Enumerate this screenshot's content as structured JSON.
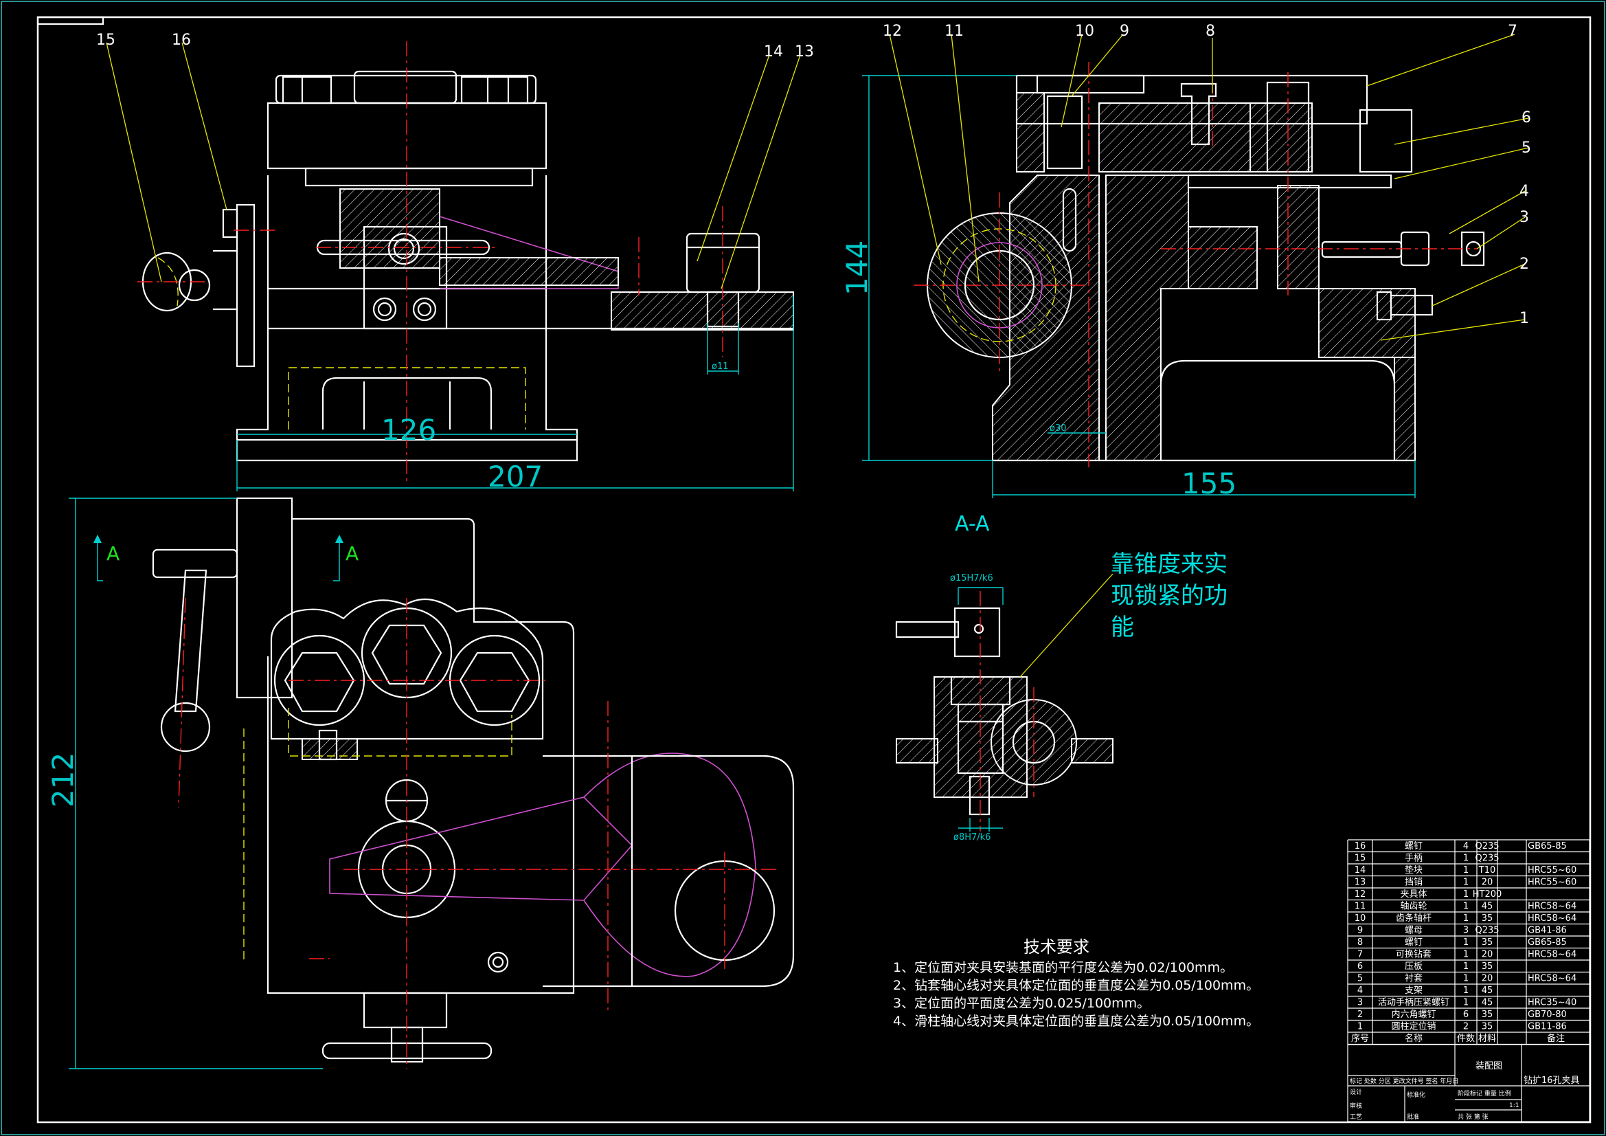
{
  "balloons": {
    "n1": "1",
    "n2": "2",
    "n3": "3",
    "n4": "4",
    "n5": "5",
    "n6": "6",
    "n7": "7",
    "n8": "8",
    "n9": "9",
    "n10": "10",
    "n11": "11",
    "n12": "12",
    "n13": "13",
    "n14": "14",
    "n15": "15",
    "n16": "16"
  },
  "dimensions": {
    "d126": "126",
    "d207": "207",
    "d155": "155",
    "d144": "144",
    "d212": "212"
  },
  "section": {
    "title": "A-A",
    "mark": "A",
    "fit_top": "ø15H7/k6",
    "fit_bottom": "ø8H7/k6"
  },
  "note": {
    "line1": "靠锥度来实",
    "line2": "现锁紧的功",
    "line3": "能"
  },
  "requirements": {
    "title": "技术要求",
    "items": [
      "1、定位面对夹具安装基面的平行度公差为0.02/100mm。",
      "2、钻套轴心线对夹具体定位面的垂直度公差为0.05/100mm。",
      "3、定位面的平面度公差为0.025/100mm。",
      "4、滑柱轴心线对夹具体定位面的垂直度公差为0.05/100mm。"
    ]
  },
  "parts": {
    "header": [
      "序号",
      "名称",
      "件数",
      "材料",
      "备注"
    ],
    "rows": [
      [
        "16",
        "螺钉",
        "4",
        "Q235",
        "GB65-85"
      ],
      [
        "15",
        "手柄",
        "1",
        "Q235",
        ""
      ],
      [
        "14",
        "垫块",
        "1",
        "T10",
        "HRC55~60"
      ],
      [
        "13",
        "挡销",
        "1",
        "20",
        "HRC55~60"
      ],
      [
        "12",
        "夹具体",
        "1",
        "HT200",
        ""
      ],
      [
        "11",
        "轴齿轮",
        "1",
        "45",
        "HRC58~64"
      ],
      [
        "10",
        "齿条轴杆",
        "1",
        "35",
        "HRC58~64"
      ],
      [
        "9",
        "螺母",
        "3",
        "Q235",
        "GB41-86"
      ],
      [
        "8",
        "螺钉",
        "1",
        "35",
        "GB65-85"
      ],
      [
        "7",
        "可换钻套",
        "1",
        "20",
        "HRC58~64"
      ],
      [
        "6",
        "压板",
        "1",
        "35",
        ""
      ],
      [
        "5",
        "衬套",
        "1",
        "20",
        "HRC58~64"
      ],
      [
        "4",
        "支架",
        "1",
        "45",
        ""
      ],
      [
        "3",
        "活动手柄压紧螺钉",
        "1",
        "45",
        "HRC35~40"
      ],
      [
        "2",
        "内六角螺钉",
        "6",
        "35",
        "GB70-80"
      ],
      [
        "1",
        "圆柱定位销",
        "2",
        "35",
        "GB11-86"
      ]
    ]
  },
  "title_block": {
    "drawing_type": "装配图",
    "drawing_name": "钻扩16孔夹具",
    "revision_fields": "标记 处数 分区 更改文件号 签名 年月日",
    "design": "设计",
    "review": "审核",
    "process": "工艺",
    "standardize": "标准化",
    "approve": "批准",
    "stage_labels": "阶段标记 重量 比例",
    "scale": "1:1",
    "sheet_labels": "共 张 第 张"
  }
}
